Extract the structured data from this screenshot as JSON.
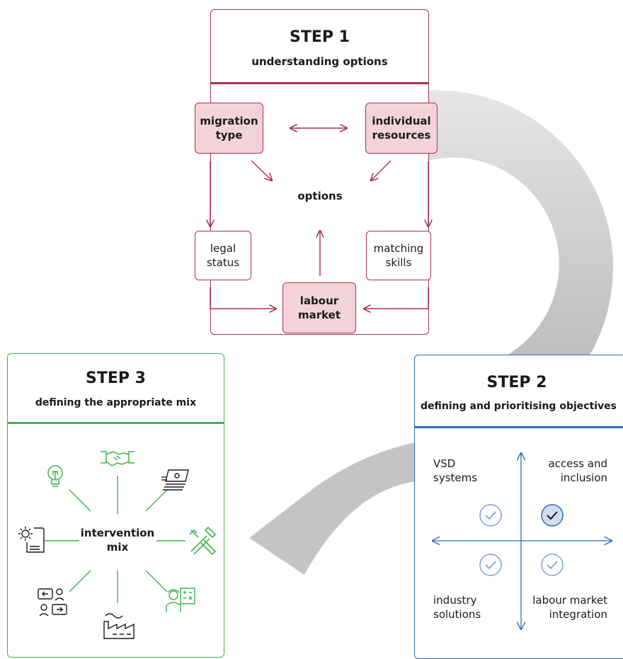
{
  "colors": {
    "step1": "#a8324f",
    "step2": "#2e6db2",
    "step3": "#3db54a",
    "ring": "#d6d6d6"
  },
  "step1": {
    "title": "STEP 1",
    "subtitle": "understanding options",
    "nodes": {
      "migration_type": "migration\ntype",
      "individual_resources": "individual\nresources",
      "options": "options",
      "legal_status": "legal\nstatus",
      "matching_skills": "matching\nskills",
      "labour_market": "labour\nmarket"
    }
  },
  "step2": {
    "title": "STEP 2",
    "subtitle": "defining and prioritising objectives",
    "quadrants": {
      "top_left": "VSD\nsystems",
      "top_right": "access and\ninclusion",
      "bottom_left": "industry\nsolutions",
      "bottom_right": "labour market\nintegration"
    },
    "selected_quadrant": "top_right"
  },
  "step3": {
    "title": "STEP 3",
    "subtitle": "defining the appropriate mix",
    "center": "intervention\nmix",
    "icons": [
      "lightbulb-icon",
      "handshake-icon",
      "money-icon",
      "tools-icon",
      "worker-calculator-icon",
      "factory-icon",
      "people-exchange-icon",
      "gear-document-icon"
    ]
  }
}
